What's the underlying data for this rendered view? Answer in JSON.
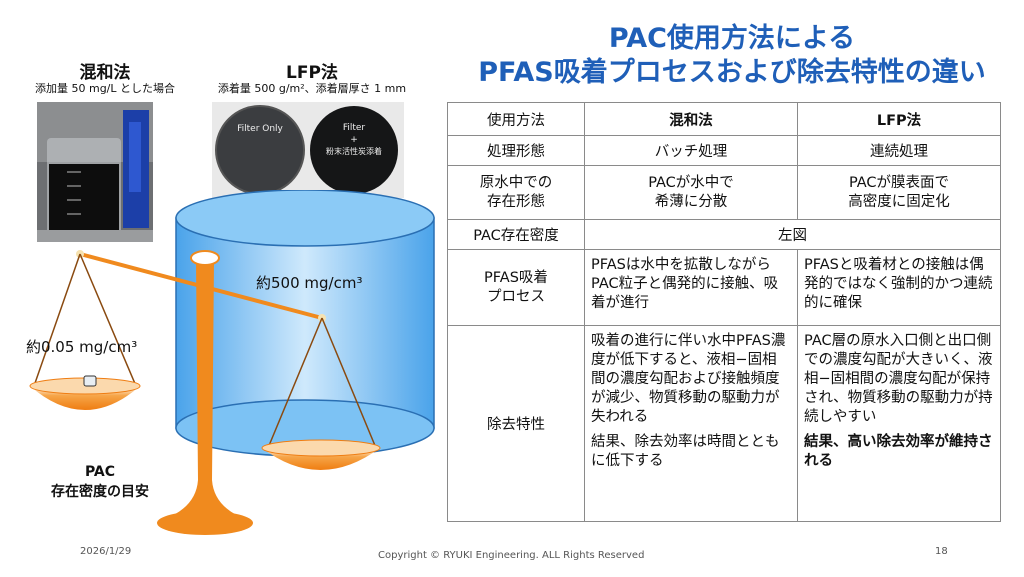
{
  "title": {
    "line1": "PAC使用方法による",
    "line2": "PFAS吸着プロセスおよび除去特性の違い"
  },
  "left": {
    "mix_title": "混和法",
    "mix_sub": "添加量 50 mg/L とした場合",
    "lfp_title": "LFP法",
    "lfp_sub": "添着量 500 g/m²、添着層厚さ 1 mm",
    "filter_only": "Filter Only",
    "filter_plus_1": "Filter",
    "filter_plus_2": "+",
    "filter_plus_3": "粉末活性炭添着",
    "density_high": "約500 mg/cm³",
    "density_low": "約0.05 mg/cm³",
    "pac_label_1": "PAC",
    "pac_label_2": "存在密度の目安"
  },
  "table": {
    "header": {
      "method": "使用方法",
      "mix": "混和法",
      "lfp": "LFP法"
    },
    "rows": [
      {
        "label": "処理形態",
        "mix": "バッチ処理",
        "lfp": "連続処理"
      },
      {
        "label": "原水中での\n存在形態",
        "mix": "PACが水中で\n希薄に分散",
        "lfp": "PACが膜表面で\n高密度に固定化"
      },
      {
        "label": "PAC存在密度",
        "merged": "左図"
      },
      {
        "label": "PFAS吸着\nプロセス",
        "mix": "PFASは水中を拡散しながらPAC粒子と偶発的に接触、吸着が進行",
        "lfp": "PFASと吸着材との接触は偶発的ではなく強制的かつ連続的に確保"
      },
      {
        "label": "除去特性",
        "mix_p1": "吸着の進行に伴い水中PFAS濃度が低下すると、液相−固相間の濃度勾配および接触頻度が減少、物質移動の駆動力が失われる",
        "mix_p2": "結果、除去効率は時間とともに低下する",
        "lfp_p1": "PAC層の原水入口側と出口側での濃度勾配が大きいく、液相−固相間の濃度勾配が保持され、物質移動の駆動力が持続しやすい",
        "lfp_p2": "結果、高い除去効率が維持される"
      }
    ]
  },
  "footer": {
    "date": "2026/1/29",
    "copyright": "Copyright © RYUKI Engineering. ALL Rights Reserved",
    "page": "18"
  },
  "colors": {
    "title": "#1f5fb8",
    "cylinder": "#5fb1f0",
    "balance": "#f08a1e"
  }
}
